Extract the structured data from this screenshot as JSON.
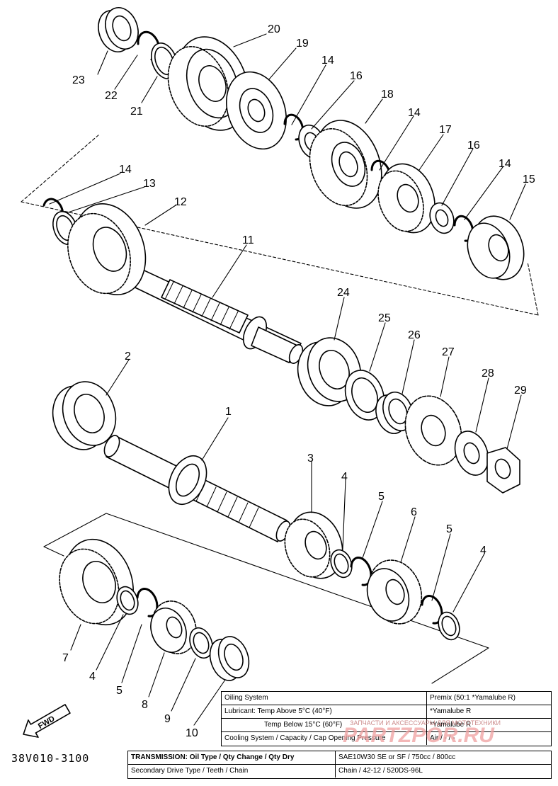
{
  "diagram": {
    "part_numbers": [
      "1",
      "2",
      "3",
      "4",
      "5",
      "6",
      "7",
      "8",
      "9",
      "10",
      "11",
      "12",
      "13",
      "14",
      "15",
      "16",
      "17",
      "18",
      "19",
      "20",
      "21",
      "22",
      "23",
      "24",
      "25",
      "26",
      "27",
      "28",
      "29"
    ],
    "drawing_code": "38V010-3100",
    "fwd_label": "FWD"
  },
  "spec_table": {
    "rows": [
      {
        "label": "Oiling System",
        "value": "Premix (50:1 *Yamalube R)"
      },
      {
        "label": "Lubricant: Temp Above 5°C (40°F)",
        "value": "*Yamalube R"
      },
      {
        "label": "Temp Below 15°C (60°F)",
        "value": "*Yamalube R"
      },
      {
        "label": "Cooling System / Capacity / Cap Opening Pressure",
        "value": "Air / - / -"
      },
      {
        "label": "TRANSMISSION: Oil Type / Qty Change / Qty Dry",
        "value": "SAE10W30 SE or SF / 750cc / 800cc"
      },
      {
        "label": "Secondary Drive Type / Teeth / Chain",
        "value": "Chain / 42-12 / 520DS-96L"
      }
    ]
  },
  "watermark": {
    "text": "PARTZPOR.RU",
    "subtext": "ЗАПЧАСТИ И АКСЕССУАРЫ ДЛЯ МОТОТЕХНИКИ"
  }
}
